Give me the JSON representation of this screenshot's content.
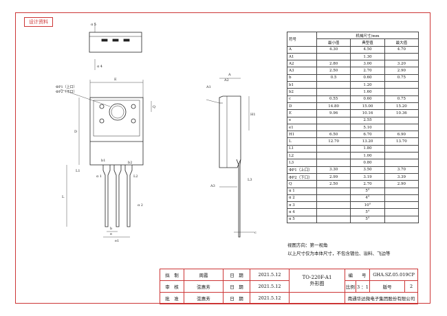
{
  "stamp": "设计资料",
  "table": {
    "header_symbol": "符号",
    "header_group": "机械尺寸/mm",
    "header_min": "最小值",
    "header_typ": "典型值",
    "header_max": "最大值",
    "rows": [
      [
        "A",
        "4.30",
        "4.50",
        "4.70"
      ],
      [
        "A1",
        "",
        "1.30",
        ""
      ],
      [
        "A2",
        "2.80",
        "3.00",
        "3.20"
      ],
      [
        "A3",
        "2.50",
        "2.70",
        "2.90"
      ],
      [
        "b",
        "0.5",
        "0.60",
        "0.75"
      ],
      [
        "b1",
        "",
        "1.20",
        ""
      ],
      [
        "b2",
        "",
        "1.60",
        ""
      ],
      [
        "c",
        "0.55",
        "0.60",
        "0.75"
      ],
      [
        "D",
        "14.80",
        "15.00",
        "15.20"
      ],
      [
        "E",
        "9.96",
        "10.16",
        "10.36"
      ],
      [
        "e",
        "",
        "2.55",
        ""
      ],
      [
        "e1",
        "",
        "5.10",
        ""
      ],
      [
        "H1",
        "6.50",
        "6.70",
        "6.90"
      ],
      [
        "L",
        "12.70",
        "13.20",
        "13.70"
      ],
      [
        "L1",
        "",
        "1.80",
        ""
      ],
      [
        "L2",
        "",
        "1.00",
        ""
      ],
      [
        "L3",
        "",
        "0.80",
        ""
      ],
      [
        "ΦP1（上口）",
        "3.30",
        "3.50",
        "3.70"
      ],
      [
        "ΦP2（下口）",
        "2.99",
        "3.19",
        "3.39"
      ],
      [
        "Q",
        "2.50",
        "2.70",
        "2.90"
      ],
      [
        "ɑ 1",
        "",
        "5°",
        ""
      ],
      [
        "ɑ 2",
        "",
        "4°",
        ""
      ],
      [
        "ɑ 3",
        "",
        "10°",
        ""
      ],
      [
        "ɑ 4",
        "",
        "5°",
        ""
      ],
      [
        "ɑ 5",
        "",
        "5°",
        ""
      ]
    ]
  },
  "notes": {
    "line1": "视图方向：第一视角",
    "line2": "以上尺寸仅为本体尺寸，不包含镀位、溢料、飞边等"
  },
  "drawing_labels": {
    "phi_p1": "ΦP1（上口）",
    "phi_p2": "ΦP2（下口）",
    "E": "E",
    "D": "D",
    "Q": "Q",
    "H1": "H1",
    "L": "L",
    "L1": "L1",
    "L2": "L2",
    "b1": "b1",
    "b2": "b2",
    "b": "b",
    "e": "e",
    "e1": "e1",
    "A": "A",
    "A1": "A1",
    "A2": "A2",
    "A3": "A3",
    "c": "c",
    "L3": "L3",
    "a1": "ɑ 1",
    "a2": "ɑ 2",
    "a4": "ɑ 4",
    "a5": "ɑ 5"
  },
  "title_block": {
    "draw_label": "拟　制",
    "draw_name": "周霞",
    "date_label": "日　期",
    "draw_date": "2021.5.12",
    "check_label": "审　核",
    "check_name": "弦惠芳",
    "check_date": "2021.5.12",
    "approve_label": "批　准",
    "approve_name": "弦惠芳",
    "approve_date": "2021.5.12",
    "part": "TO-220F-A1",
    "part_desc": "外形图",
    "number_label": "编　　号",
    "number_value": "GHA.SZ.05.019CP",
    "scale_label": "比例",
    "scale_value": "3 ：1",
    "version_label": "版号",
    "version_value": "2",
    "company": "南通华达微电子集团股份有限公司"
  }
}
